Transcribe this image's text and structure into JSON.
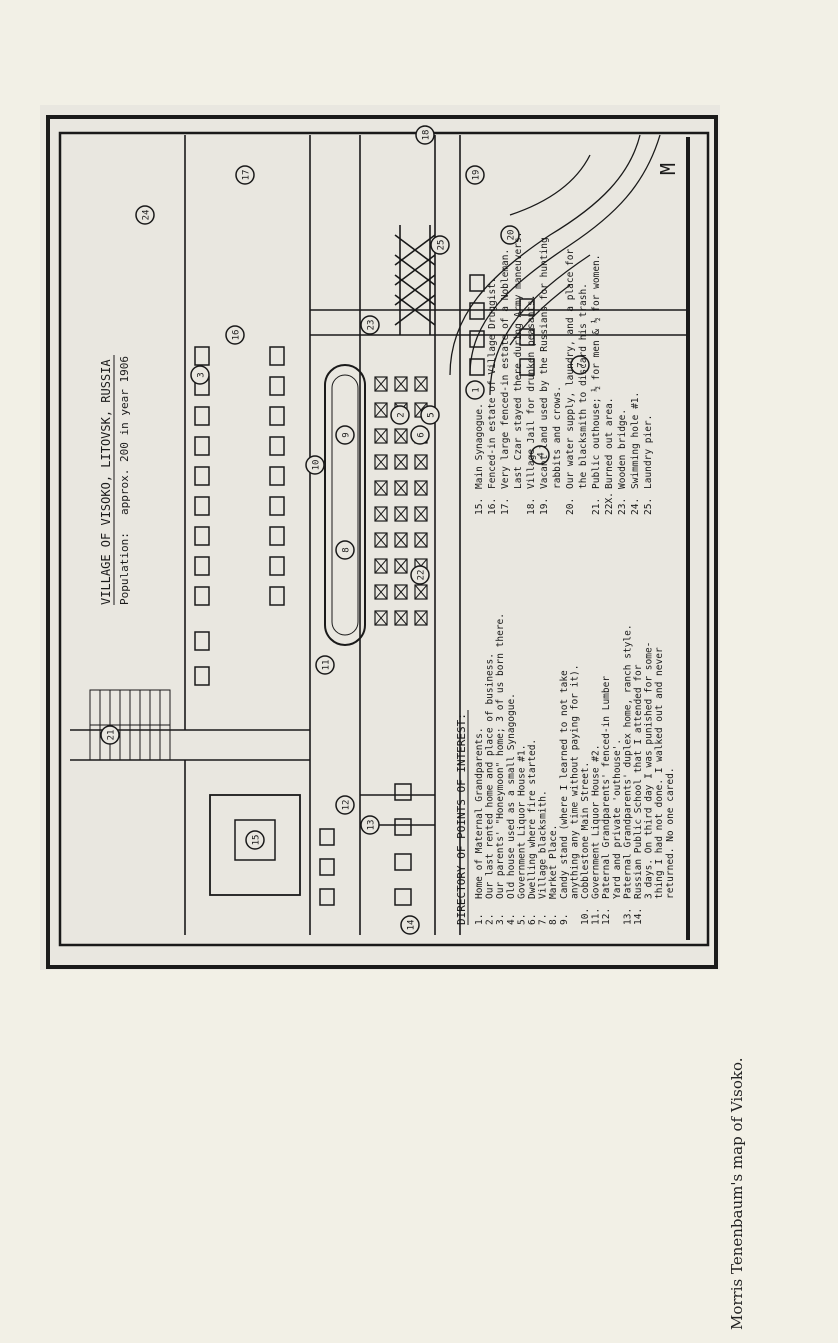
{
  "map": {
    "title": "VILLAGE OF VISOKO, LITOVSK, RUSSIA",
    "population_label": "Population:",
    "population_value": "approx. 200 in year 1906",
    "signature": "M",
    "directory_title": "DIRECTORY OF POINTS OF INTEREST:",
    "directory_items": [
      {
        "num": "1.",
        "text": "Home of Maternal Grandparents."
      },
      {
        "num": "2.",
        "text": "Our last rented home and place of business."
      },
      {
        "num": "3.",
        "text": "Our parents' \"Honeymoon\" home; 3 of us born there."
      },
      {
        "num": "4.",
        "text": "Old house used as a small Synagogue."
      },
      {
        "num": "5.",
        "text": "Government Liquor House #1."
      },
      {
        "num": "6.",
        "text": "Dwelling where fire started."
      },
      {
        "num": "7.",
        "text": "Village blacksmith."
      },
      {
        "num": "8.",
        "text": "Market Place."
      },
      {
        "num": "9.",
        "text": "Candy stand (where I learned to not take"
      },
      {
        "num": "",
        "text": "anything any time without paying for it)."
      },
      {
        "num": "10.",
        "text": "Cobblestone Main Street."
      },
      {
        "num": "11.",
        "text": "Government Liquor House #2."
      },
      {
        "num": "12.",
        "text": "Paternal Grandparents' fenced-in Lumber"
      },
      {
        "num": "",
        "text": "Yard and private 'outhouse'."
      },
      {
        "num": "13.",
        "text": "Paternal Grandparents' duplex home, ranch style."
      },
      {
        "num": "14.",
        "text": "Russian Public School that I attended for"
      },
      {
        "num": "",
        "text": "3 days. On third day I was punished for some-"
      },
      {
        "num": "",
        "text": "thing I had not done. I walked out and never"
      },
      {
        "num": "",
        "text": "returned. No one cared."
      },
      {
        "num": "15.",
        "text": "Main Synagogue."
      },
      {
        "num": "16.",
        "text": "Fenced-in estate of Village Druggist."
      },
      {
        "num": "17.",
        "text": "Very large fenced-in estate of a Nobleman."
      },
      {
        "num": "",
        "text": "Last Czar stayed there during Army maneuvers."
      },
      {
        "num": "18.",
        "text": "Village Jail for drunken peasants."
      },
      {
        "num": "19.",
        "text": "Vacant land used by the Russians for hunting"
      },
      {
        "num": "",
        "text": "rabbits and crows."
      },
      {
        "num": "20.",
        "text": "Our water supply, laundry, and a place for"
      },
      {
        "num": "",
        "text": "the blacksmith to discard his trash."
      },
      {
        "num": "21.",
        "text": "Public outhouse; ½ for men & ½ for women."
      },
      {
        "num": "22X.",
        "text": "Burned out area."
      },
      {
        "num": "23.",
        "text": "Wooden bridge."
      },
      {
        "num": "24.",
        "text": "Swimming hole #1."
      },
      {
        "num": "25.",
        "text": "Laundry pier."
      }
    ],
    "markers": [
      "1",
      "2",
      "3",
      "4",
      "5",
      "6",
      "7",
      "8",
      "9",
      "10",
      "11",
      "12",
      "13",
      "14",
      "15",
      "16",
      "17",
      "18",
      "19",
      "20",
      "21",
      "22",
      "23",
      "24",
      "25"
    ]
  },
  "caption": "Morris Tenenbaum's map of Visoko.",
  "colors": {
    "paper": "#f2f0e6",
    "map_bg": "#e9e7e0",
    "ink": "#1a1a1a"
  }
}
